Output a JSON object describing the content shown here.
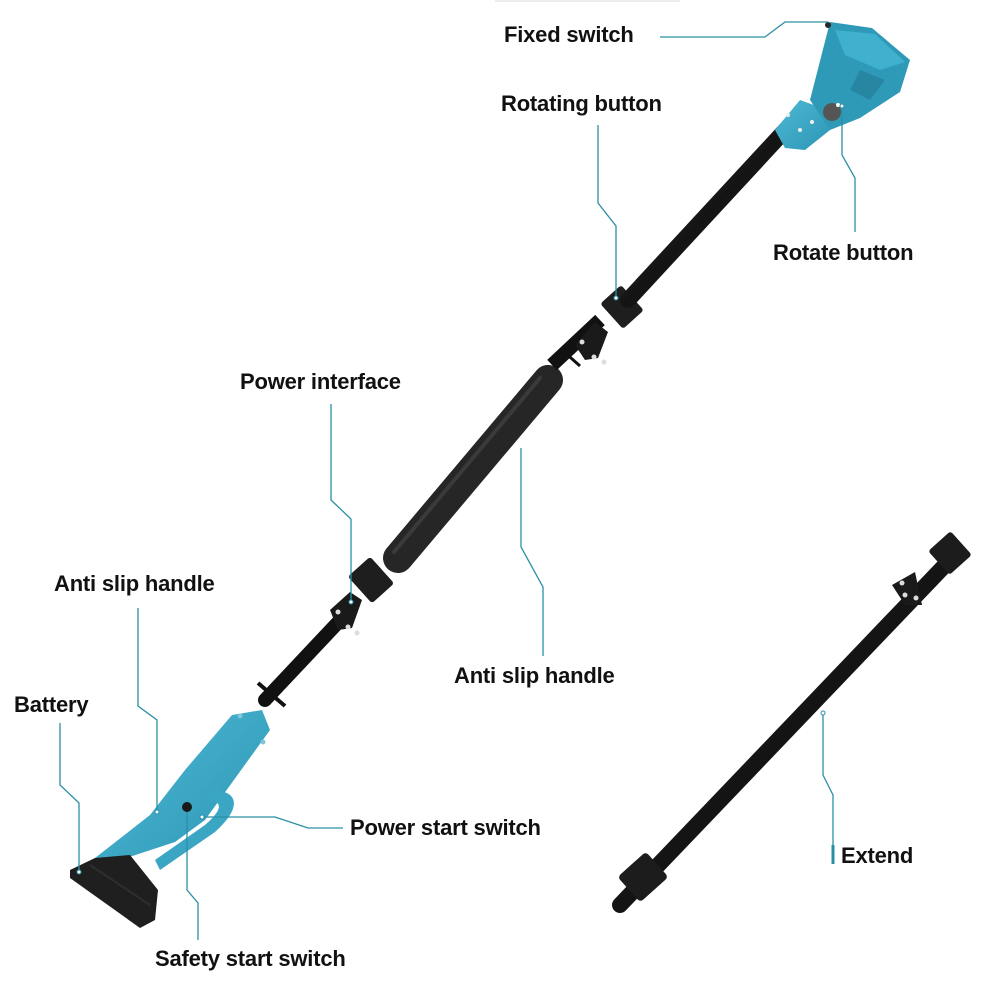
{
  "diagram": {
    "subject": "Cordless telescopic pole tool",
    "accent_color": "#2a8fa5",
    "body_color": "#3aa6c4",
    "pole_color": "#1c1c1c",
    "labels": {
      "fixed_switch": "Fixed switch",
      "rotating_button": "Rotating button",
      "rotate_button": "Rotate button",
      "power_interface": "Power interface",
      "anti_slip_handle_upper": "Anti slip handle",
      "anti_slip_handle_center": "Anti slip handle",
      "battery": "Battery",
      "power_start_switch": "Power start switch",
      "safety_start_switch": "Safety start switch",
      "extend": "Extend"
    }
  }
}
